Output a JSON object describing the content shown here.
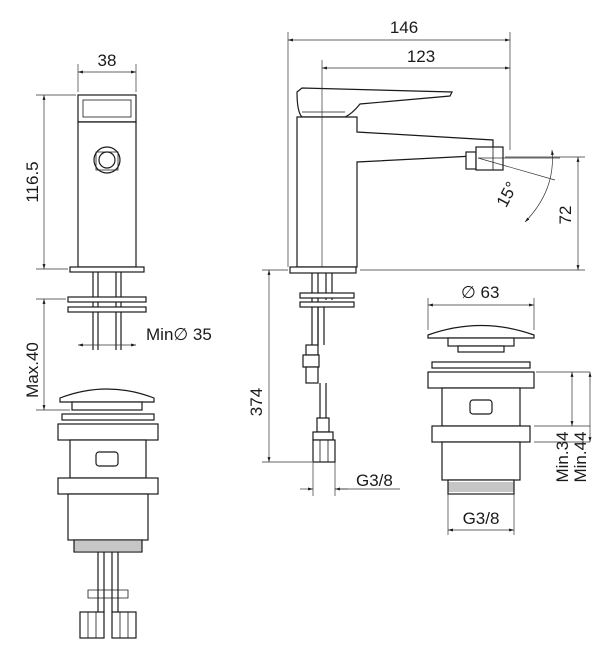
{
  "dimensions": {
    "side_width": "38",
    "side_height": "116.5",
    "front_length": "146",
    "spout_length": "123",
    "angle": "15°",
    "spout_height": "72",
    "max_deck": "Max.40",
    "min_hole": "Min∅ 35",
    "hose_length": "374",
    "hose_thread": "G3/8",
    "waste_diameter": "∅ 63",
    "waste_min34": "Min.34",
    "waste_min44": "Min.44",
    "waste_thread": "G3/8"
  },
  "colors": {
    "line": "#1a1a1a",
    "background": "#ffffff"
  }
}
